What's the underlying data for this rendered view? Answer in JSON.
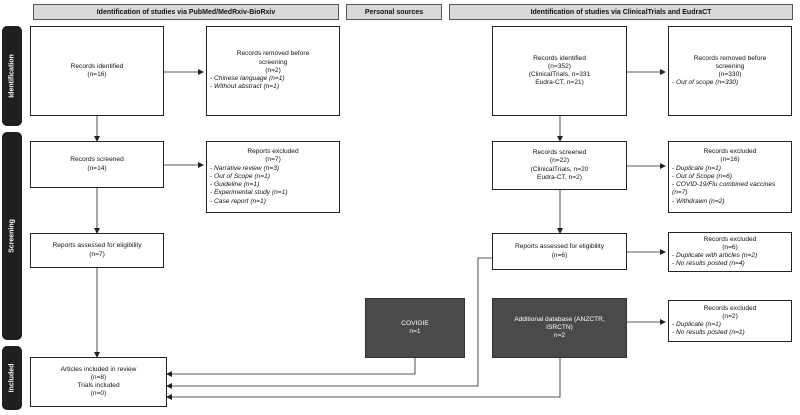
{
  "headers": {
    "left": "Identification of studies via PubMed/MedRxiv-BioRxiv",
    "middle": "Personal sources",
    "right": "Identification of studies via ClinicalTrials and EudraCT"
  },
  "phases": {
    "identification": "Identification",
    "screening": "Screening",
    "included": "Included"
  },
  "left": {
    "identified": {
      "title": "Records identified",
      "count": "(n=16)"
    },
    "removed": {
      "title": "Records removed before",
      "title2": "screening",
      "count": "(n=2)",
      "items": [
        "Chinese language (n=1)",
        "Without abstract (n=1)"
      ]
    },
    "screened": {
      "title": "Records screened",
      "count": "(n=14)"
    },
    "excluded": {
      "title": "Reports excluded",
      "count": "(n=7)",
      "items": [
        "Narrative review (n=3)",
        "Out of Scope (n=1)",
        "Guideline (n=1)",
        "Experimental study (n=1)",
        "Case report (n=1)"
      ]
    },
    "eligibility": {
      "title": "Reports assessed for eligibility",
      "count": "(n=7)"
    },
    "included": {
      "line1": "Articles included in review",
      "line2": "(n=8)",
      "line3": "Trials included",
      "line4": "(n=0)"
    }
  },
  "middle": {
    "covigie": {
      "title": "COVIGIE",
      "count": "n=1"
    }
  },
  "right": {
    "identified": {
      "title": "Records identified",
      "count": "(n=352)",
      "line3": "(ClinicalTrials, n=331",
      "line4": "Eudra-CT, n=21)"
    },
    "removed": {
      "title": "Records removed before",
      "title2": "screening",
      "count": "(n=330)",
      "items": [
        "Out of scope (n=330)"
      ]
    },
    "screened": {
      "title": "Records screened",
      "count": "(n=22)",
      "line3": "(ClinicalTrials, n=20",
      "line4": "Eudra-CT, n=2)"
    },
    "excluded": {
      "title": "Records excluded",
      "count": "(n=16)",
      "items": [
        "Duplicate (n=1)",
        "Out of Scope (n=6)",
        "COVID-19/Flu combined vaccines (n=7)",
        "Withdrawn (n=2)"
      ]
    },
    "eligibility": {
      "title": "Reports assessed for eligibility",
      "count": "(n=6)"
    },
    "excluded2": {
      "title": "Records excluded",
      "count": "(n=6)",
      "items": [
        "Duplicate with articles (n=2)",
        "No results posted (n=4)"
      ]
    },
    "additional": {
      "title": "Additional database (ANZCTR,",
      "title2": "ISRCTN)",
      "count": "n=2"
    },
    "excluded3": {
      "title": "Records excluded",
      "count": "(n=2)",
      "items": [
        "Duplicate (n=1)",
        "No results posted (n=1)"
      ]
    }
  }
}
